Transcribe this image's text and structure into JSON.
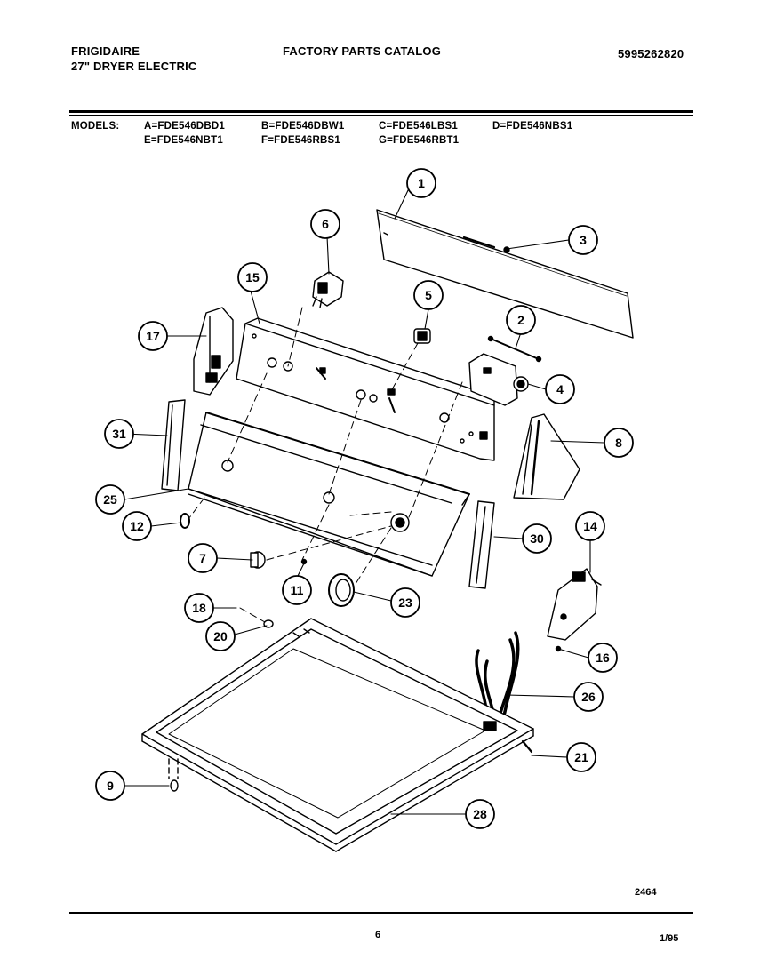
{
  "header": {
    "brand": "FRIGIDAIRE",
    "product": "27\" DRYER ELECTRIC",
    "catalog_title": "FACTORY PARTS CATALOG",
    "catalog_number": "5995262820"
  },
  "models": {
    "label": "MODELS:",
    "list": [
      "A=FDE546DBD1",
      "B=FDE546DBW1",
      "C=FDE546LBS1",
      "D=FDE546NBS1",
      "E=FDE546NBT1",
      "F=FDE546RBS1",
      "G=FDE546RBT1"
    ]
  },
  "callouts": [
    "1",
    "2",
    "3",
    "4",
    "5",
    "6",
    "7",
    "8",
    "9",
    "11",
    "12",
    "14",
    "15",
    "16",
    "17",
    "18",
    "20",
    "21",
    "23",
    "25",
    "26",
    "28",
    "30",
    "31"
  ],
  "footer": {
    "figure_number": "2464",
    "page_number": "6",
    "date": "1/95"
  }
}
